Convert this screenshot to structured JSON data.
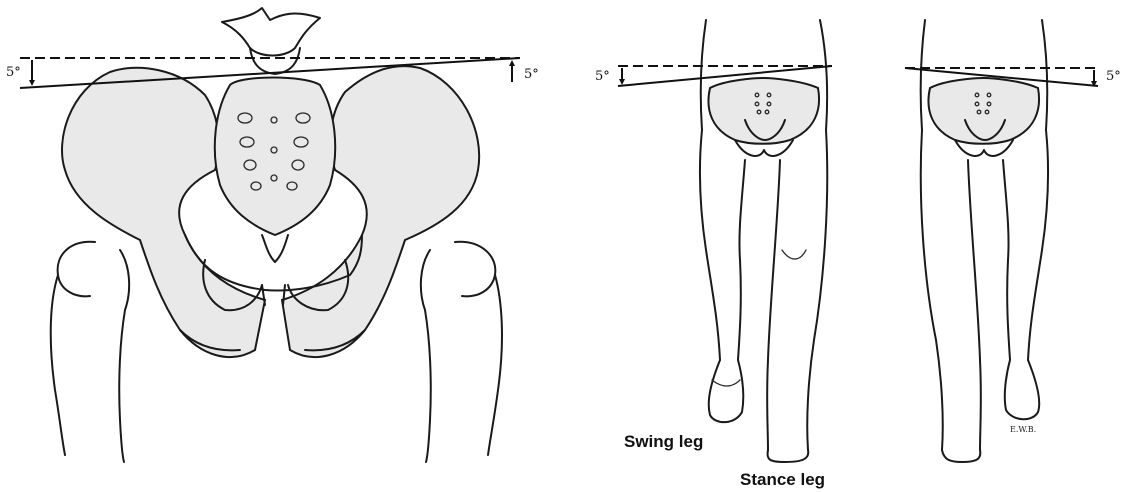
{
  "angles": {
    "pelvis_left": "5°",
    "pelvis_right": "5°",
    "legs_left_left": "5°",
    "legs_right_right": "5°"
  },
  "labels": {
    "swing_leg": "Swing leg",
    "stance_leg": "Stance leg"
  },
  "artist_mark": "E.W.B."
}
